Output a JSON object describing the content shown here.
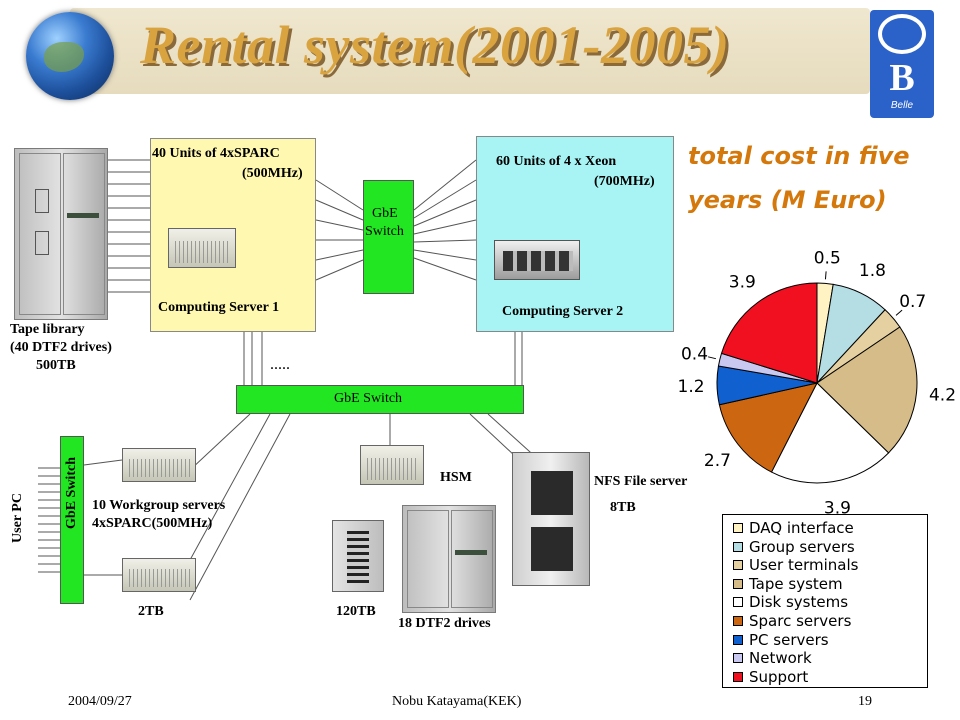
{
  "title": "Rental system(2001-2005)",
  "logo": {
    "letter": "B",
    "text": "Belle"
  },
  "diagram": {
    "tape_library": {
      "line1": "Tape library",
      "line2": "(40 DTF2 drives)",
      "line3": "500TB"
    },
    "server1": {
      "units": "40 Units of 4xSPARC",
      "clock": "(500MHz)",
      "name": "Computing Server 1"
    },
    "server2": {
      "units": "60 Units of 4 x Xeon",
      "clock": "(700MHz)",
      "name": "Computing Server 2"
    },
    "gbe_small": {
      "line1": "GbE",
      "line2": "Switch"
    },
    "gbe_main": "GbE Switch",
    "gbe_vertical": "GbE Switch",
    "dots": ".....",
    "user_pc": "User PC",
    "workgroup": {
      "line1": "10 Workgroup servers",
      "line2": "4xSPARC(500MHz)"
    },
    "workgroup_storage": "2TB",
    "hsm": "HSM",
    "hsm_storage": "120TB",
    "dtf2_drives": "18 DTF2 drives",
    "nfs": {
      "name": "NFS File server",
      "size": "8TB"
    }
  },
  "cost_title": {
    "line1": "total cost in five",
    "line2": "years (M Euro)"
  },
  "chart_data": {
    "type": "pie",
    "categories": [
      "DAQ interface",
      "Group servers",
      "User terminals",
      "Tape system",
      "Disk systems",
      "Sparc servers",
      "PC servers",
      "Network",
      "Support"
    ],
    "values": [
      0.5,
      1.8,
      0.7,
      4.2,
      3.9,
      2.7,
      1.2,
      0.4,
      3.9
    ],
    "colors": [
      "#fff3c4",
      "#b4dde4",
      "#e4d0a0",
      "#d6bc88",
      "#ffffff",
      "#cc6611",
      "#1060d0",
      "#c8c8f0",
      "#f01020"
    ],
    "labels": [
      "0.5",
      "1.8",
      "0.7",
      "4.2",
      "3.9",
      "2.7",
      "1.2",
      "0.4",
      "3.9"
    ],
    "legend_position": "bottom-right"
  },
  "footer": {
    "date": "2004/09/27",
    "author": "Nobu Katayama(KEK)",
    "page": "19"
  }
}
